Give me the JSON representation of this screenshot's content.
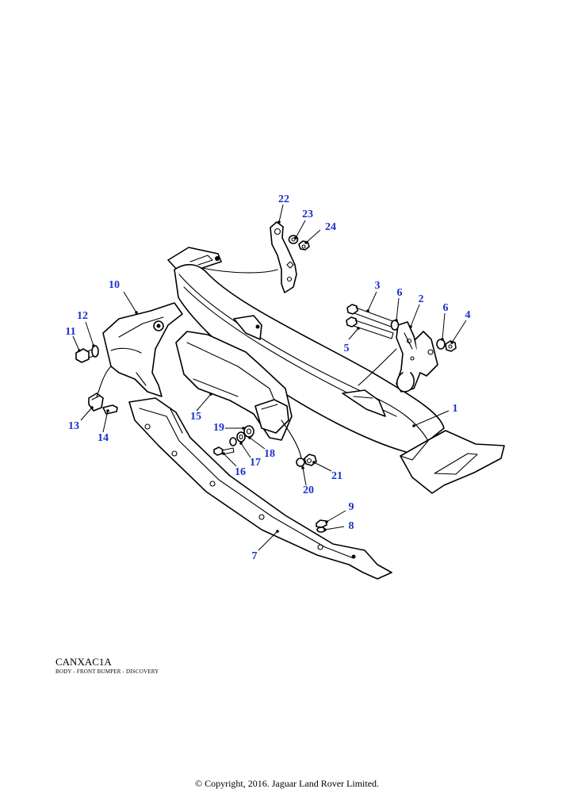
{
  "diagram": {
    "reference_code": "CANXAC1A",
    "description": "BODY - FRONT BUMPER - DISCOVERY",
    "copyright": "© Copyright, 2016. Jaguar Land Rover Limited.",
    "label_color": "#1b2fd0",
    "callouts": [
      "1",
      "2",
      "3",
      "4",
      "5",
      "6",
      "6",
      "7",
      "8",
      "9",
      "10",
      "11",
      "12",
      "13",
      "14",
      "15",
      "16",
      "17",
      "18",
      "19",
      "20",
      "21",
      "22",
      "23",
      "24"
    ]
  }
}
